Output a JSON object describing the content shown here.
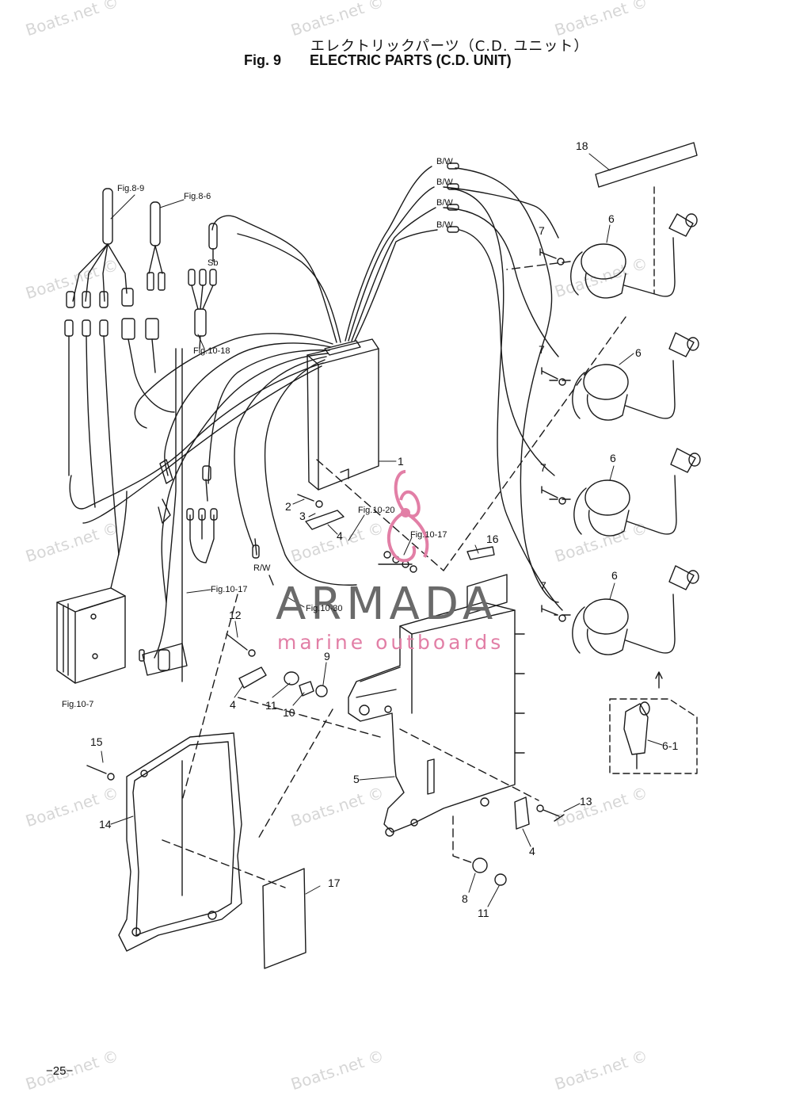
{
  "header": {
    "title_jp": "エレクトリックパーツ（C.D. ユニット）",
    "fig_label": "Fig. 9",
    "title_en": "ELECTRIC PARTS (C.D. UNIT)"
  },
  "watermark_text": "Boats.net ©",
  "logo": {
    "name": "ARMADA",
    "tagline": "marine outboards",
    "accent": "#e27fa6"
  },
  "labels": {
    "p1": "1",
    "p2": "2",
    "p3": "3",
    "p4": "4",
    "p5": "5",
    "p6": "6",
    "p6_1": "6-1",
    "p7": "7",
    "p8": "8",
    "p9": "9",
    "p10": "10",
    "p11": "11",
    "p12": "12",
    "p13": "13",
    "p14": "14",
    "p15": "15",
    "p16": "16",
    "p17": "17",
    "p18": "18",
    "bw": "B/W",
    "rw": "R/W",
    "sb": "Sb",
    "fig8_9": "Fig.8-9",
    "fig8_6": "Fig.8-6",
    "fig10_18": "Fig.10-18",
    "fig10_20": "Fig.10-20",
    "fig10_17": "Fig.10-17",
    "fig10_30": "Fig.10-30",
    "fig10_7": "Fig.10-7"
  },
  "page_number": "−25−"
}
